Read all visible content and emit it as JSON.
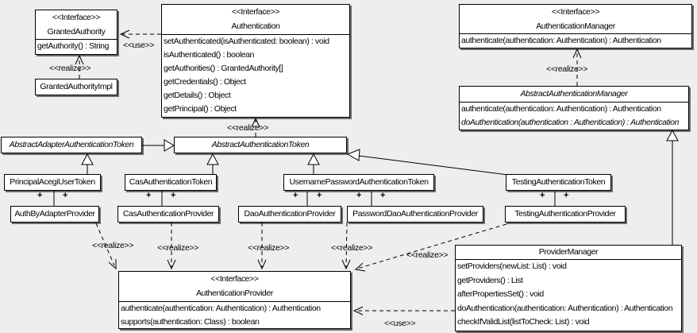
{
  "colors": {
    "background": "#eeeeee",
    "box_fill": "#ffffff",
    "line": "#000000",
    "shadow": "rgba(0,0,0,0.55)"
  },
  "labels": {
    "interface_stereotype": "<<Interface>>",
    "use": "<<use>>",
    "realize": "<<realize>>",
    "plus": "+"
  },
  "classes": {
    "granted_authority": {
      "stereotype": "<<Interface>>",
      "name": "GrantedAuthority",
      "methods": [
        "getAuthority() : String"
      ]
    },
    "granted_authority_impl": {
      "name": "GrantedAuthorityImpl"
    },
    "authentication": {
      "stereotype": "<<Interface>>",
      "name": "Authentication",
      "methods": [
        "setAuthenticated(isAuthenticated: boolean) : void",
        "isAuthenticated() : boolean",
        "getAuthorities() : GrantedAuthority[]",
        "getCredentials() : Object",
        "getDetails() : Object",
        "getPrincipal() : Object"
      ]
    },
    "authentication_manager": {
      "stereotype": "<<Interface>>",
      "name": "AuthenticationManager",
      "methods": [
        "authenticate(authentication: Authentication) : Authentication"
      ]
    },
    "abstract_authentication_manager": {
      "name": "AbstractAuthenticationManager",
      "abstract": true,
      "methods": [
        "authenticate(authentication: Authentication) : Authentication",
        "doAuthentication(authentication : Authentication) : Authentication"
      ]
    },
    "abstract_adapter_authentication_token": {
      "name": "AbstractAdapterAuthenticationToken",
      "abstract": true
    },
    "abstract_authentication_token": {
      "name": "AbstractAuthenticationToken",
      "abstract": true
    },
    "principal_acegi_user_token": {
      "name": "PrincipalAcegiUserToken"
    },
    "cas_authentication_token": {
      "name": "CasAuthenticationToken"
    },
    "username_password_authentication_token": {
      "name": "UsernamePasswordAuthenticationToken"
    },
    "testing_authentication_token": {
      "name": "TestingAuthenticationToken"
    },
    "auth_by_adapter_provider": {
      "name": "AuthByAdapterProvider"
    },
    "cas_authentication_provider": {
      "name": "CasAuthenticationProvider"
    },
    "dao_authentication_provider": {
      "name": "DaoAuthenticationProvider"
    },
    "password_dao_authentication_provider": {
      "name": "PasswordDaoAuthenticationProvider"
    },
    "testing_authentication_provider": {
      "name": "TestingAuthenticationProvider"
    },
    "authentication_provider": {
      "stereotype": "<<Interface>>",
      "name": "AuthenticationProvider",
      "methods": [
        "authenticate(authentication: Authentication) : Authentication",
        "supports(authentication: Class) : boolean"
      ]
    },
    "provider_manager": {
      "name": "ProviderManager",
      "methods": [
        "setProviders(newList: List) : void",
        "getProviders() : List",
        "afterPropertiesSet() : void",
        "doAuthentication(authentication: Authentication) : Authentication",
        "checkIfValidList(listToCheck: List) : void"
      ]
    }
  },
  "edges": [
    {
      "from": "Authentication",
      "to": "GrantedAuthority",
      "type": "use",
      "label": "<<use>>"
    },
    {
      "from": "GrantedAuthorityImpl",
      "to": "GrantedAuthority",
      "type": "realize",
      "label": "<<realize>>"
    },
    {
      "from": "AbstractAuthenticationToken",
      "to": "Authentication",
      "type": "realize",
      "label": "<<realize>>"
    },
    {
      "from": "AbstractAuthenticationManager",
      "to": "AuthenticationManager",
      "type": "realize",
      "label": "<<realize>>"
    },
    {
      "from": "AbstractAdapterAuthenticationToken",
      "to": "AbstractAuthenticationToken",
      "type": "generalization"
    },
    {
      "from": "PrincipalAcegiUserToken",
      "to": "AbstractAdapterAuthenticationToken",
      "type": "generalization"
    },
    {
      "from": "CasAuthenticationToken",
      "to": "AbstractAuthenticationToken",
      "type": "generalization"
    },
    {
      "from": "UsernamePasswordAuthenticationToken",
      "to": "AbstractAuthenticationToken",
      "type": "generalization"
    },
    {
      "from": "TestingAuthenticationToken",
      "to": "AbstractAuthenticationToken",
      "type": "generalization"
    },
    {
      "from": "ProviderManager",
      "to": "AbstractAuthenticationManager",
      "type": "generalization"
    },
    {
      "from": "PrincipalAcegiUserToken",
      "to": "AuthByAdapterProvider",
      "type": "association",
      "end_labels": [
        "+",
        "+"
      ]
    },
    {
      "from": "CasAuthenticationToken",
      "to": "CasAuthenticationProvider",
      "type": "association",
      "end_labels": [
        "+",
        "+"
      ]
    },
    {
      "from": "UsernamePasswordAuthenticationToken",
      "to": "DaoAuthenticationProvider",
      "type": "association",
      "end_labels": [
        "+",
        "+"
      ]
    },
    {
      "from": "UsernamePasswordAuthenticationToken",
      "to": "PasswordDaoAuthenticationProvider",
      "type": "association",
      "end_labels": [
        "+",
        "+"
      ]
    },
    {
      "from": "TestingAuthenticationToken",
      "to": "TestingAuthenticationProvider",
      "type": "association",
      "end_labels": [
        "+",
        "+"
      ]
    },
    {
      "from": "AuthByAdapterProvider",
      "to": "AuthenticationProvider",
      "type": "realize",
      "label": "<<realize>>"
    },
    {
      "from": "CasAuthenticationProvider",
      "to": "AuthenticationProvider",
      "type": "realize",
      "label": "<<realize>>"
    },
    {
      "from": "DaoAuthenticationProvider",
      "to": "AuthenticationProvider",
      "type": "realize",
      "label": "<<realize>>"
    },
    {
      "from": "PasswordDaoAuthenticationProvider",
      "to": "AuthenticationProvider",
      "type": "realize",
      "label": "<<realize>>"
    },
    {
      "from": "TestingAuthenticationProvider",
      "to": "AuthenticationProvider",
      "type": "realize",
      "label": "<<realize>>"
    },
    {
      "from": "ProviderManager",
      "to": "AuthenticationProvider",
      "type": "use",
      "label": "<<use>>"
    }
  ]
}
